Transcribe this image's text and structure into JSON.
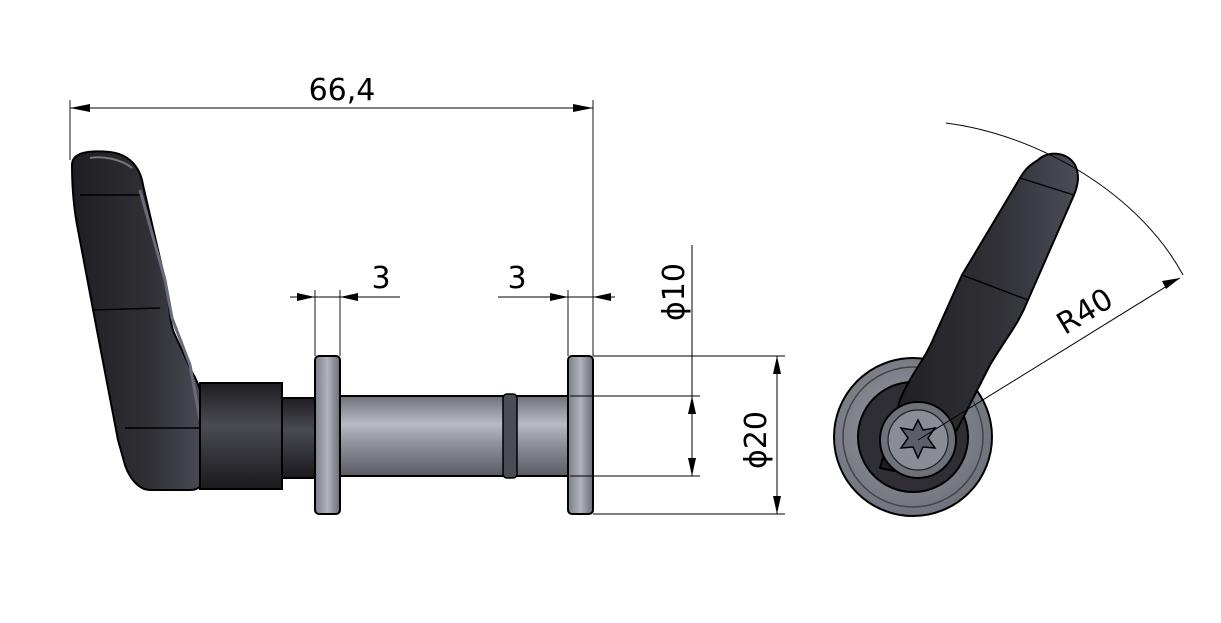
{
  "dimensions": {
    "overall_length": "66,4",
    "left_washer_width": "3",
    "right_washer_width": "3",
    "shaft_diameter": "ϕ10",
    "washer_diameter": "ϕ20",
    "lever_radius": "R40"
  },
  "colors": {
    "lever_body": "#2a2a2e",
    "lever_highlight": "#5c5c66",
    "shaft": "#8a8c96",
    "shaft_highlight": "#b4b6c0",
    "washer": "#9a9aa4",
    "hub": "#3a3a3e",
    "lines": "#000000"
  }
}
